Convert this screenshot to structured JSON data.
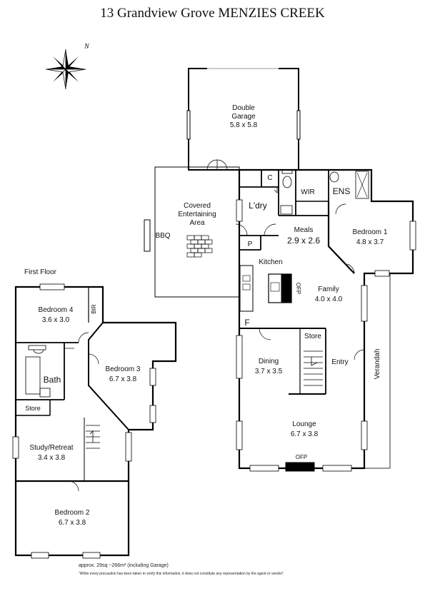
{
  "title": "13 Grandview Grove MENZIES CREEK",
  "compass": {
    "label": "N",
    "icon": "compass-rose-icon"
  },
  "levels": {
    "first_floor": "First Floor"
  },
  "rooms": {
    "garage": {
      "name": "Double\nGarage",
      "line1": "Double",
      "line2": "Garage",
      "size": "5.8 x 5.8"
    },
    "entertaining": {
      "line1": "Covered",
      "line2": "Entertaining",
      "line3": "Area"
    },
    "bbq": "BBQ",
    "c": "C",
    "wir": "WIR",
    "ens": "ENS",
    "laundry": "L'dry",
    "meals": {
      "name": "Meals",
      "size": "2.9 x 2.6"
    },
    "bed1": {
      "name": "Bedroom 1",
      "size": "4.8 x 3.7"
    },
    "pantry": "P",
    "kitchen": "Kitchen",
    "ofp_kitchen": "OFP",
    "family": {
      "name": "Family",
      "size": "4.0 x 4.0"
    },
    "f": "F",
    "store_gf": "Store",
    "dining": {
      "name": "Dining",
      "size": "3.7 x 3.5"
    },
    "entry": "Entry",
    "verandah": "Verandah",
    "lounge": {
      "name": "Lounge",
      "size": "6.7 x 3.8"
    },
    "ofp_lounge": "OFP",
    "bed4": {
      "name": "Bedroom 4",
      "size": "3.6 x 3.0"
    },
    "bir": "BIR",
    "bed3": {
      "name": "Bedroom 3",
      "size": "6.7 x 3.8"
    },
    "bath": "Bath",
    "store_ff": "Store",
    "study": {
      "name": "Study/Retreat",
      "size": "3.4 x 3.8"
    },
    "bed2": {
      "name": "Bedroom 2",
      "size": "6.7 x 3.8"
    }
  },
  "footer": {
    "area": "approx. 29sq ~266m² (including Garage)",
    "disclaimer": "\"While every precaution has been taken to verify this information, it does not constitute any representation by the agent or vendor\"."
  }
}
